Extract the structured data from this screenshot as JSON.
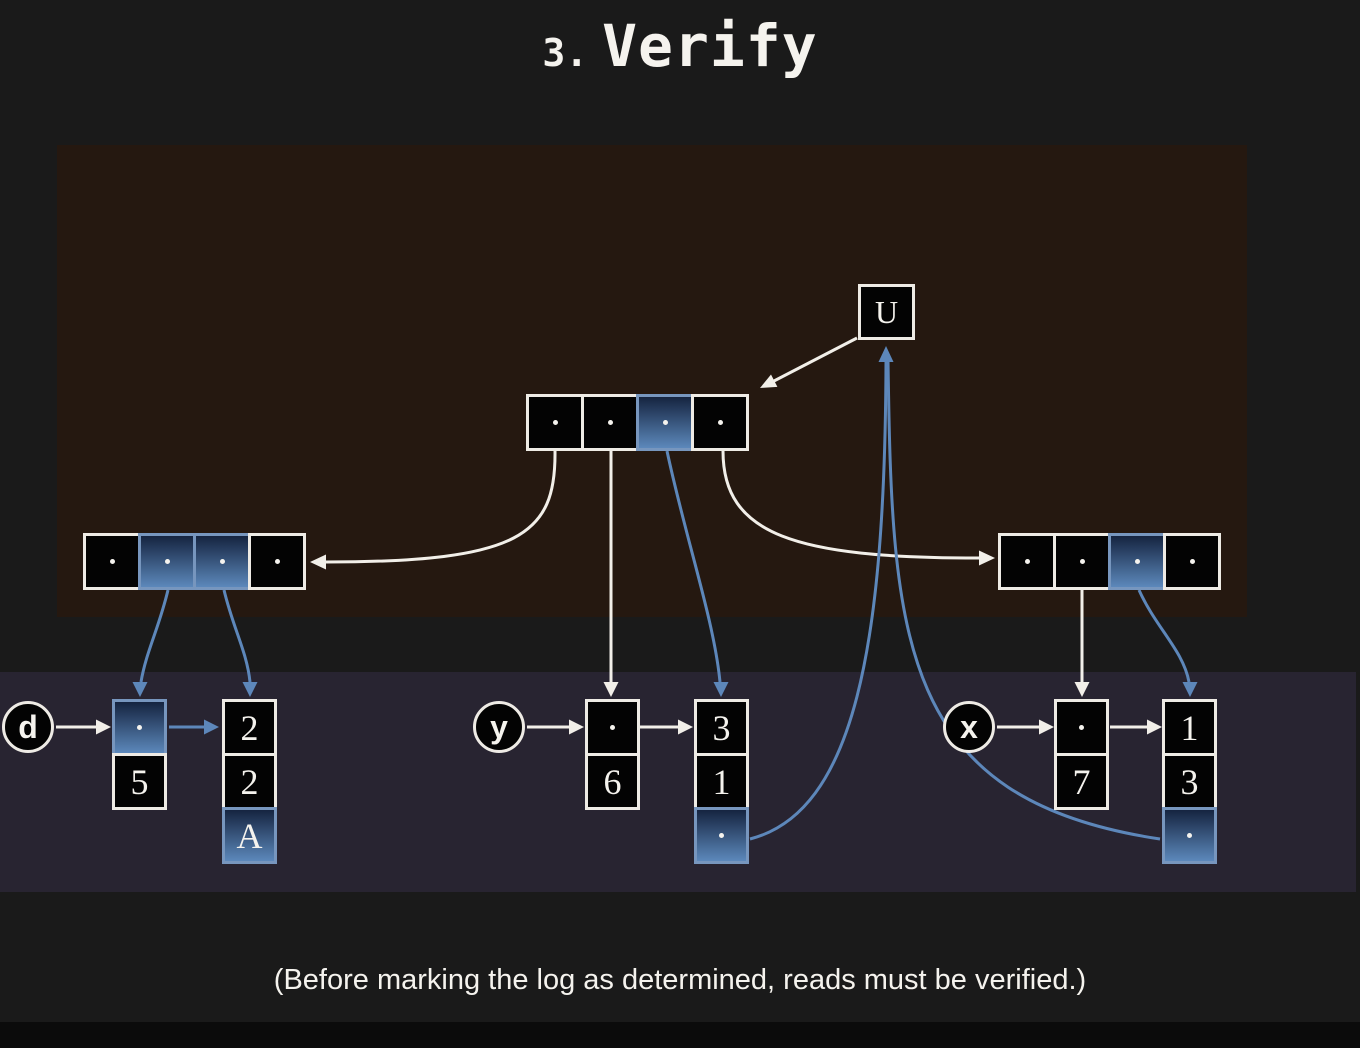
{
  "title": {
    "step_number": "3.",
    "step_name": "Verify"
  },
  "caption": "(Before marking the log as determined, reads must be verified.)",
  "colors": {
    "page_bg": "#1a1a1a",
    "log_region_bg": "#251810",
    "registers_region_bg": "#282431",
    "footer_bar_bg": "#0b0b0b",
    "cell_bg": "#030303",
    "cell_border": "#eeebe5",
    "highlight_border": "#7796be",
    "highlight_top": "#152440",
    "highlight_bottom": "#5c88bb",
    "arrow_white": "#f2efe9",
    "arrow_blue": "#5d87ba",
    "text_white": "#f5f3ee"
  },
  "log_tree": {
    "unverified_box_label": "U",
    "root_node": {
      "cells": [
        {
          "pointer": true
        },
        {
          "pointer": true
        },
        {
          "pointer": true,
          "highlight": true
        },
        {
          "pointer": true
        }
      ]
    },
    "left_node": {
      "cells": [
        {
          "pointer": true
        },
        {
          "pointer": true,
          "highlight": true
        },
        {
          "pointer": true,
          "highlight": true
        },
        {
          "pointer": true
        }
      ]
    },
    "right_node": {
      "cells": [
        {
          "pointer": true
        },
        {
          "pointer": true
        },
        {
          "pointer": true,
          "highlight": true
        },
        {
          "pointer": true
        }
      ]
    }
  },
  "registers": [
    {
      "label": "d",
      "entry_cells": [
        {
          "pointer": true,
          "highlight": true
        },
        {
          "value": "5"
        }
      ],
      "target_cells": [
        {
          "value": "2"
        },
        {
          "value": "2"
        },
        {
          "value": "A",
          "highlight": true
        }
      ]
    },
    {
      "label": "y",
      "entry_cells": [
        {
          "pointer": true
        },
        {
          "value": "6"
        }
      ],
      "target_cells": [
        {
          "value": "3"
        },
        {
          "value": "1"
        },
        {
          "pointer": true,
          "highlight": true
        }
      ]
    },
    {
      "label": "x",
      "entry_cells": [
        {
          "pointer": true
        },
        {
          "value": "7"
        }
      ],
      "target_cells": [
        {
          "value": "1"
        },
        {
          "value": "3"
        },
        {
          "pointer": true,
          "highlight": true
        }
      ]
    }
  ]
}
